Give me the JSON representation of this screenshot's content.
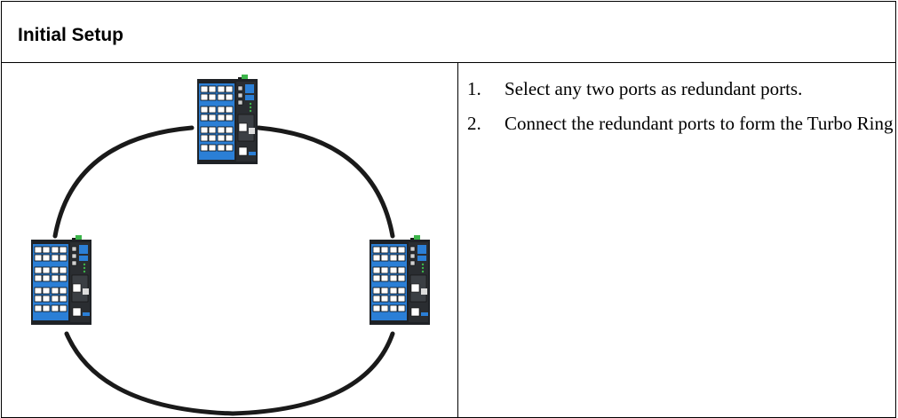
{
  "header": {
    "title": "Initial Setup"
  },
  "steps": [
    {
      "number": "1.",
      "text": "Select any two ports as redundant ports."
    },
    {
      "number": "2.",
      "text": "Connect the redundant ports to form the Turbo Ring"
    }
  ],
  "diagram": {
    "icon": "network-switch-icon",
    "switch_count": 3,
    "colors": {
      "switch_body": "#1f2226",
      "port_frame": "#2b7fd6",
      "ring": "#1a1a1a",
      "led_green": "#3cb54a"
    }
  }
}
